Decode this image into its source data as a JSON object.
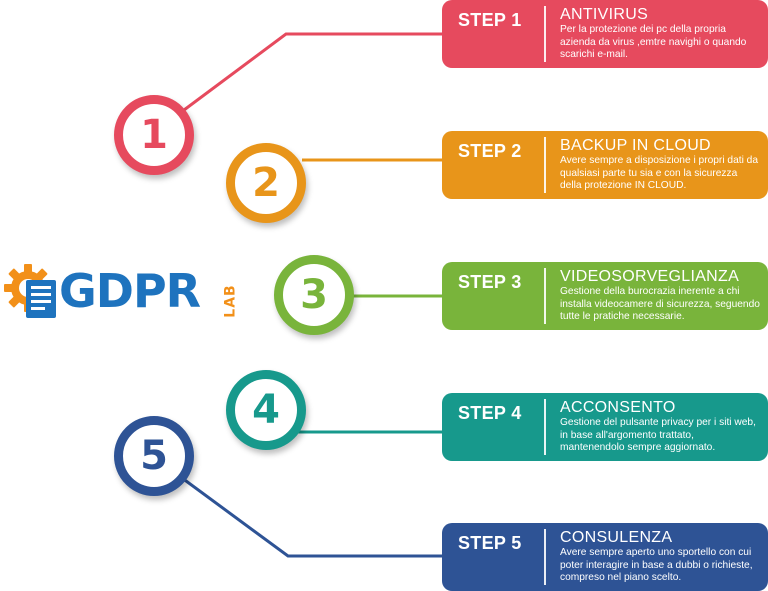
{
  "colors": {
    "step1": "#e64a5e",
    "step2": "#e8951a",
    "step3": "#79b43b",
    "step4": "#17998c",
    "step5": "#2e5395",
    "logo_blue": "#1e73be",
    "logo_orange": "#f29019"
  },
  "logo": {
    "text": "GDPR",
    "sub": "LAB",
    "icon": "gear-document-icon"
  },
  "steps": [
    {
      "number": "1",
      "step": "STEP 1",
      "title": "ANTIVIRUS",
      "desc": "Per la protezione dei pc della propria azienda da virus ,emtre navighi o quando scarichi e-mail."
    },
    {
      "number": "2",
      "step": "STEP 2",
      "title": "BACKUP IN CLOUD",
      "desc": "Avere sempre a disposizione i propri dati da qualsiasi parte tu sia e con la sicurezza della protezione IN CLOUD."
    },
    {
      "number": "3",
      "step": "STEP 3",
      "title": "VIDEOSORVEGLIANZA",
      "desc": "Gestione della burocrazia inerente a chi installa videocamere di sicurezza, seguendo tutte le pratiche necessarie."
    },
    {
      "number": "4",
      "step": "STEP 4",
      "title": "ACCONSENTO",
      "desc": "Gestione del pulsante privacy per i siti web, in base all'argomento trattato, mantenendolo sempre aggiornato."
    },
    {
      "number": "5",
      "step": "STEP 5",
      "title": "CONSULENZA",
      "desc": "Avere sempre aperto uno sportello con cui poter interagire in base a dubbi o richieste, compreso nel piano scelto."
    }
  ]
}
